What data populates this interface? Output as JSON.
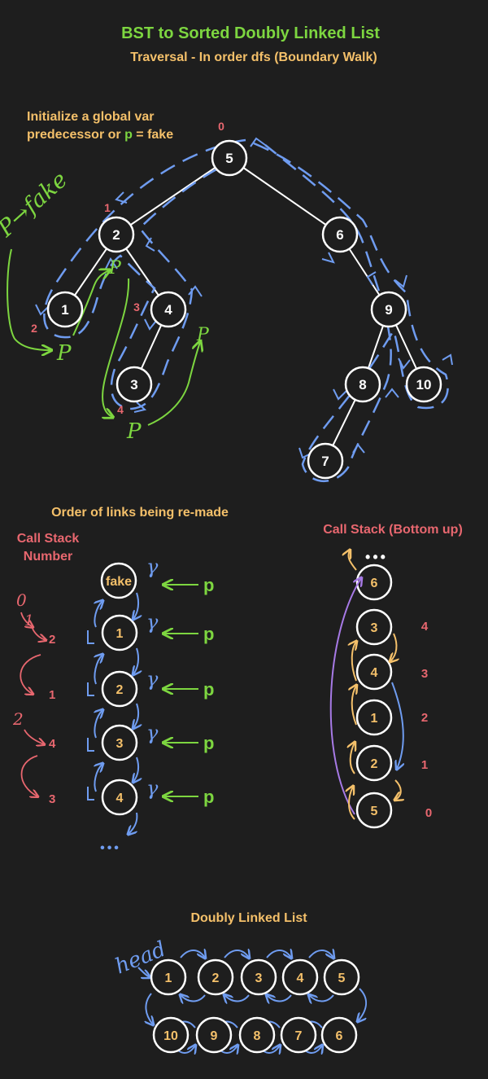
{
  "title": "BST to Sorted Doubly Linked List",
  "subtitle": "Traversal - In order dfs (Boundary Walk)",
  "init_note": {
    "line1": "Initialize a global var",
    "line2_prefix": "predecessor or ",
    "line2_p": "p",
    "line2_suffix": " = fake"
  },
  "handwritten": {
    "p_fake": "P→fake",
    "p": "P",
    "head": "head",
    "r": "γ"
  },
  "tree": {
    "nodes": [
      "5",
      "2",
      "6",
      "1",
      "4",
      "9",
      "3",
      "8",
      "10",
      "7"
    ],
    "order_labels": [
      "0",
      "1",
      "2",
      "3",
      "4"
    ]
  },
  "links_section": {
    "title": "Order of links being re-made",
    "call_stack_title_line1": "Call Stack",
    "call_stack_title_line2": "Number",
    "nodes": [
      "fake",
      "1",
      "2",
      "3",
      "4"
    ],
    "p_labels": [
      "p",
      "p",
      "p",
      "p",
      "p"
    ],
    "call_numbers": [
      "0",
      "1",
      "2",
      "1",
      "2",
      "4",
      "3"
    ],
    "ellipsis": "•••"
  },
  "stack_section": {
    "title": "Call Stack (Bottom up)",
    "nodes": [
      "6",
      "3",
      "4",
      "1",
      "2",
      "5"
    ],
    "levels": [
      "4",
      "3",
      "2",
      "1",
      "0"
    ],
    "ellipsis": "•••"
  },
  "dll_section": {
    "title": "Doubly Linked List",
    "row1": [
      "1",
      "2",
      "3",
      "4",
      "5"
    ],
    "row2": [
      "10",
      "9",
      "8",
      "7",
      "6"
    ]
  },
  "colors": {
    "background": "#1e1e1e",
    "title_green": "#7dd640",
    "subtitle_orange": "#f4c06a",
    "label_red": "#e8676f",
    "walk_blue": "#6f9cf0",
    "node_white": "#ffffff",
    "stack_purple": "#a77ae6"
  }
}
